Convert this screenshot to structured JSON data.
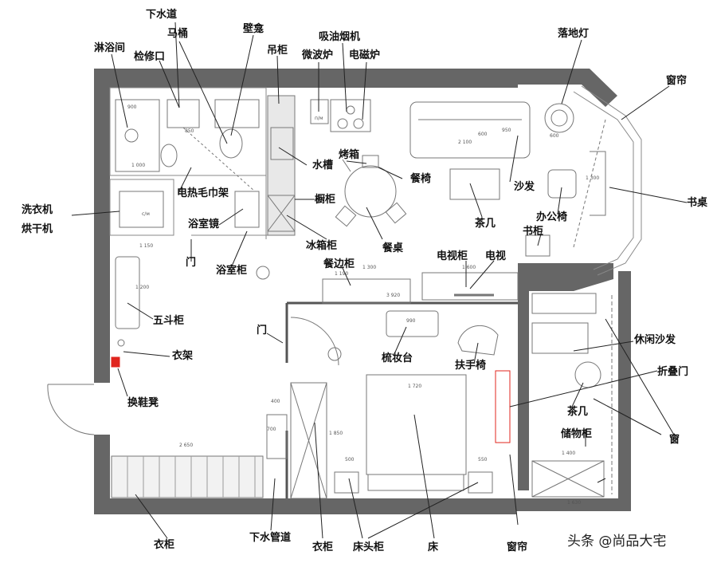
{
  "labels": {
    "shower": "淋浴间",
    "drain": "下水道",
    "toilet": "马桶",
    "access_port": "检修口",
    "niche": "壁龛",
    "wall_cabinet": "吊柜",
    "microwave": "微波炉",
    "range_hood": "吸油烟机",
    "induction": "电磁炉",
    "curtain_top": "窗帘",
    "floor_lamp": "落地灯",
    "oven": "烤箱",
    "sink": "水槽",
    "dining_chair": "餐椅",
    "sofa": "沙发",
    "desk": "书桌",
    "washer": "洗衣机",
    "dryer": "烘干机",
    "towel_rack": "电热毛巾架",
    "cupboard": "橱柜",
    "coffee_table": "茶几",
    "office_chair": "办公椅",
    "bath_mirror": "浴室镜",
    "fridge": "冰箱柜",
    "dining_table": "餐桌",
    "bookcase": "书柜",
    "door_bath": "门",
    "bath_cabinet": "浴室柜",
    "sideboard": "餐边柜",
    "tv_cabinet": "电视柜",
    "tv": "电视",
    "chest": "五斗柜",
    "door_bed": "门",
    "leisure_sofa": "休闲沙发",
    "coat_rack": "衣架",
    "vanity": "梳妆台",
    "armchair": "扶手椅",
    "folding_door": "折叠门",
    "shoe_bench": "换鞋凳",
    "tea_table": "茶几",
    "storage": "储物柜",
    "window": "窗",
    "wardrobe_left": "衣柜",
    "drain_pipe": "下水管道",
    "wardrobe_mid": "衣柜",
    "nightstand": "床头柜",
    "bed": "床",
    "curtain_bottom": "窗帘"
  },
  "plan": {
    "washer_tag": "c/м",
    "micro_tag": "п/м",
    "dims": [
      "900",
      "600",
      "850",
      "1 000",
      "1 150",
      "1 200",
      "2 100",
      "1 300",
      "1 600",
      "3 920",
      "990",
      "1 720",
      "2 650",
      "1 400",
      "1 630",
      "500",
      "550",
      "600",
      "950",
      "700",
      "400",
      "1 850",
      "1 300",
      "1 190"
    ]
  },
  "watermark": "头条 @尚品大宅"
}
